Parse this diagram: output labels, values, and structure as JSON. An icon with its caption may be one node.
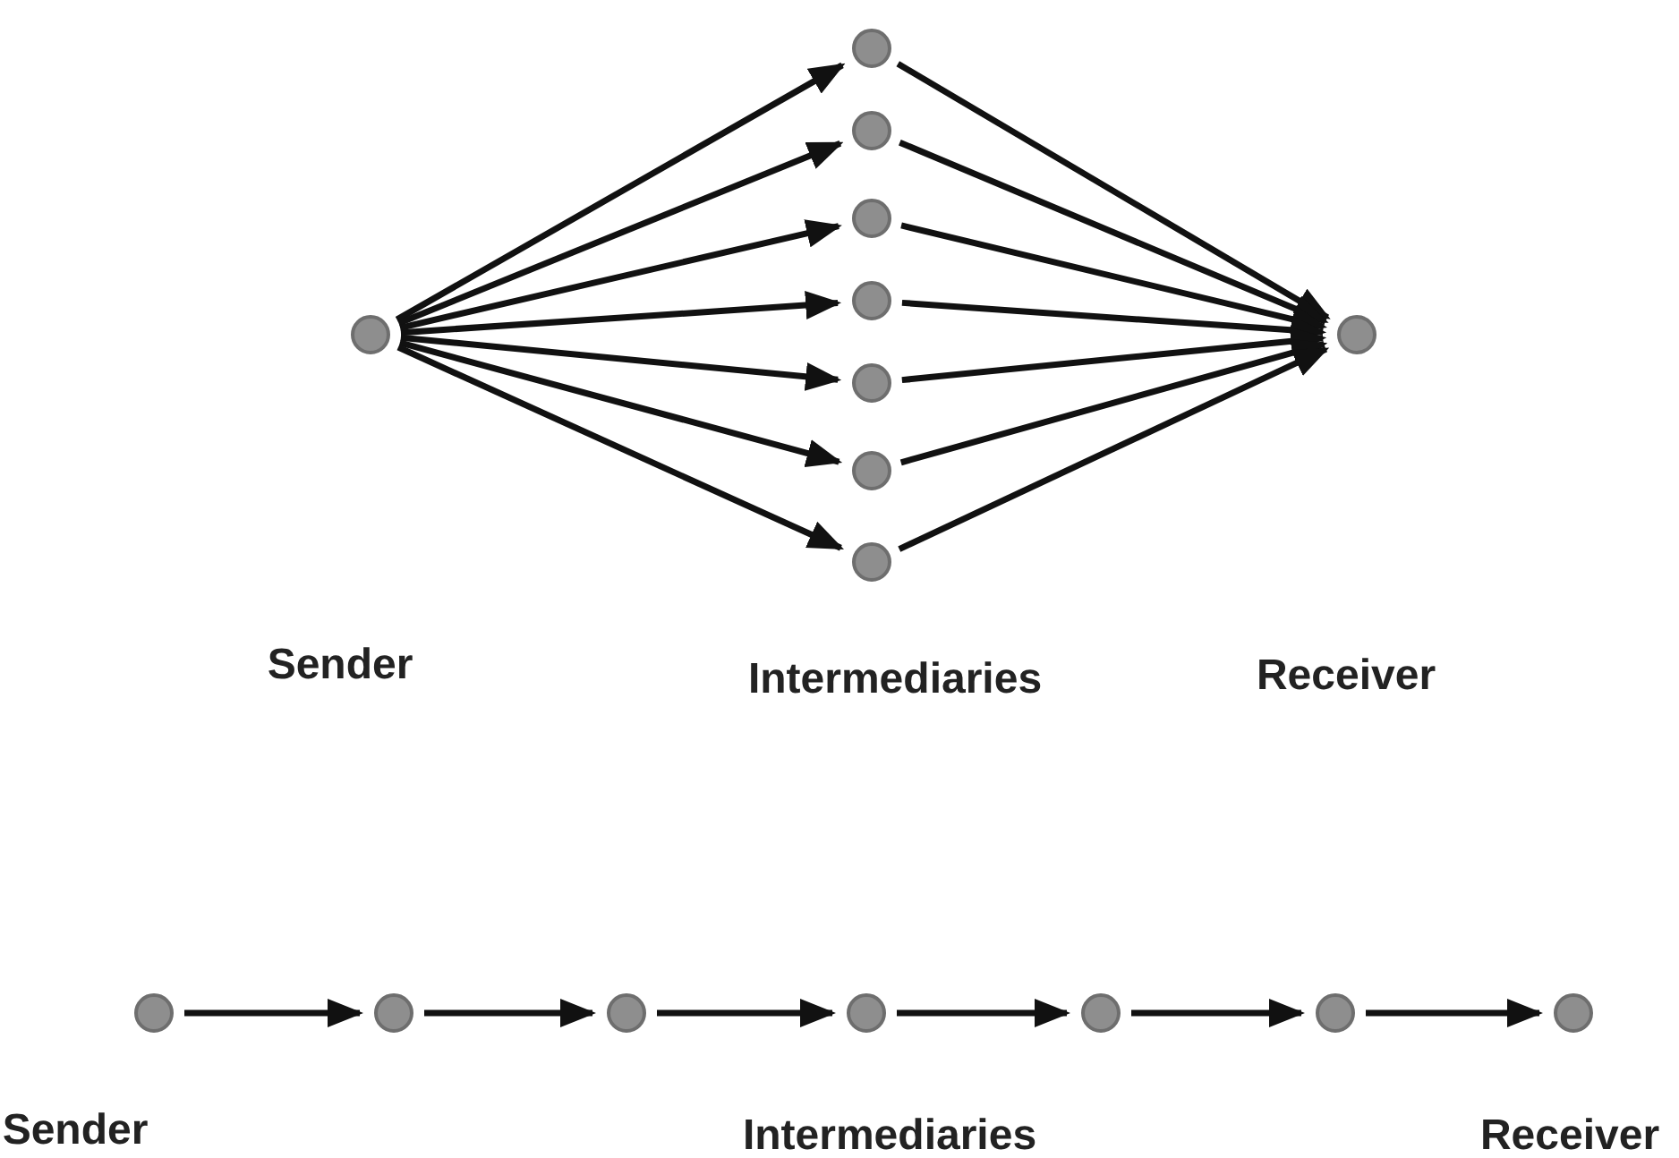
{
  "diagram": {
    "nodes": [
      {
        "text": [],
        "shape": "circle"
      },
      {
        "text": [],
        "shape": "circle"
      },
      {
        "text": [],
        "shape": "circle"
      },
      {
        "text": [],
        "shape": "circle"
      },
      {
        "text": [],
        "shape": "circle"
      },
      {
        "text": [],
        "shape": "circle"
      },
      {
        "text": [],
        "shape": "circle"
      },
      {
        "text": [],
        "shape": "circle"
      },
      {
        "text": [],
        "shape": "circle"
      },
      {
        "text": [],
        "shape": "circle"
      },
      {
        "text": [],
        "shape": "circle"
      },
      {
        "text": [],
        "shape": "circle"
      },
      {
        "text": [],
        "shape": "circle"
      },
      {
        "text": [],
        "shape": "circle"
      },
      {
        "text": [],
        "shape": "circle"
      },
      {
        "text": [],
        "shape": "circle"
      }
    ],
    "edges": [
      {
        "from": 0,
        "to": 1,
        "arrow": "to"
      },
      {
        "from": 0,
        "to": 2,
        "arrow": "to"
      },
      {
        "from": 0,
        "to": 3,
        "arrow": "to"
      },
      {
        "from": 0,
        "to": 4,
        "arrow": "to"
      },
      {
        "from": 0,
        "to": 5,
        "arrow": "to"
      },
      {
        "from": 0,
        "to": 6,
        "arrow": "to"
      },
      {
        "from": 0,
        "to": 7,
        "arrow": "to"
      },
      {
        "from": 1,
        "to": 8,
        "arrow": "to"
      },
      {
        "from": 2,
        "to": 8,
        "arrow": "to"
      },
      {
        "from": 3,
        "to": 8,
        "arrow": "to"
      },
      {
        "from": 4,
        "to": 8,
        "arrow": "to"
      },
      {
        "from": 5,
        "to": 8,
        "arrow": "to"
      },
      {
        "from": 6,
        "to": 8,
        "arrow": "to"
      },
      {
        "from": 7,
        "to": 8,
        "arrow": "to"
      },
      {
        "from": 9,
        "to": 10,
        "arrow": "to"
      },
      {
        "from": 10,
        "to": 11,
        "arrow": "to"
      },
      {
        "from": 11,
        "to": 12,
        "arrow": "to"
      },
      {
        "from": 12,
        "to": 13,
        "arrow": "to"
      },
      {
        "from": 13,
        "to": 14,
        "arrow": "to"
      },
      {
        "from": 14,
        "to": 15,
        "arrow": "to"
      }
    ],
    "labels": [
      "Sender",
      "Intermediaries",
      "Receiver",
      "Sender",
      "Intermediaries",
      "Receiver"
    ]
  }
}
